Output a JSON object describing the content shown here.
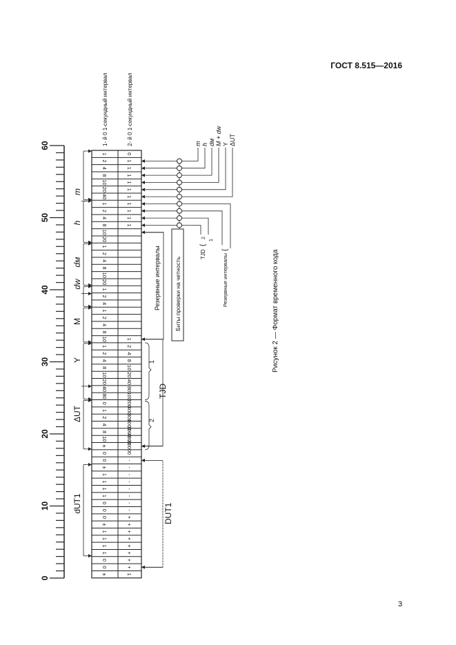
{
  "header": {
    "standard": "ГОСТ 8.515—2016"
  },
  "page_number": "3",
  "figure": {
    "caption": "Рисунок 2 — Формат временного кода",
    "column_headers": [
      "1- й  0 1-секундный интервал",
      "2- й  0 1-секундный интервал"
    ],
    "scale_labels": [
      "0",
      "10",
      "20",
      "30",
      "40",
      "50",
      "60"
    ],
    "groups": [
      {
        "label": "m",
        "italic": true
      },
      {
        "label": "h",
        "italic": true
      },
      {
        "label": "dм",
        "italic": true
      },
      {
        "label": "dw",
        "italic": true
      },
      {
        "label": "M",
        "italic": false
      },
      {
        "label": "Y",
        "italic": false
      },
      {
        "label": "ΔUT",
        "italic": false
      },
      {
        "label": "dUT1",
        "italic": false
      }
    ],
    "col1": [
      "1",
      "2",
      "4",
      "8",
      "10",
      "20",
      "40",
      "1",
      "2",
      "4",
      "8",
      "10",
      "20",
      "1",
      "2",
      "4",
      "8",
      "10",
      "20",
      "1",
      "2",
      "4",
      "1",
      "2",
      "4",
      "8",
      "10",
      "1",
      "2",
      "4",
      "8",
      "10",
      "20",
      "40",
      "80",
      "0",
      "1",
      "2",
      "4",
      "8",
      "10",
      "±",
      "0",
      "0",
      "±",
      "1",
      "1",
      "1",
      "1",
      "0",
      "0",
      "0",
      "±",
      "1",
      "1",
      "1",
      "1",
      "0",
      "0",
      "±"
    ],
    "col2": [
      "0",
      "1",
      "1",
      "1",
      "1",
      "1",
      "1",
      "1",
      "1",
      "1",
      "1",
      "",
      "",
      "",
      "",
      "",
      "",
      "",
      "",
      "",
      "",
      "",
      "",
      "",
      "",
      "",
      "1",
      "2",
      "4",
      "8",
      "10",
      "20",
      "40",
      "80",
      "100",
      "200",
      "400",
      "800",
      "1000",
      "2000",
      "4000",
      "8000",
      "0",
      "-",
      "-",
      "-",
      "-",
      "-",
      "-",
      "-",
      "-",
      "+",
      "+",
      "+",
      "+",
      "+",
      "+",
      "+",
      "+",
      "1"
    ],
    "reserved_label": "Резервные интервалы",
    "parity_box": "Биты проверки на четность",
    "parity_targets": [
      "m",
      "h",
      "dм",
      "M + dw",
      "Y",
      "ΔUT"
    ],
    "tjd": {
      "label": "TJD",
      "sub1": "1",
      "sub2": "2"
    },
    "legend_tjd": {
      "label": "TJD",
      "brace": "{",
      "n2": "2",
      "n1": "1"
    },
    "legend_reserved": {
      "label": "Резервные интервалы",
      "brace": "{"
    },
    "dut1_label": "DUT1"
  }
}
